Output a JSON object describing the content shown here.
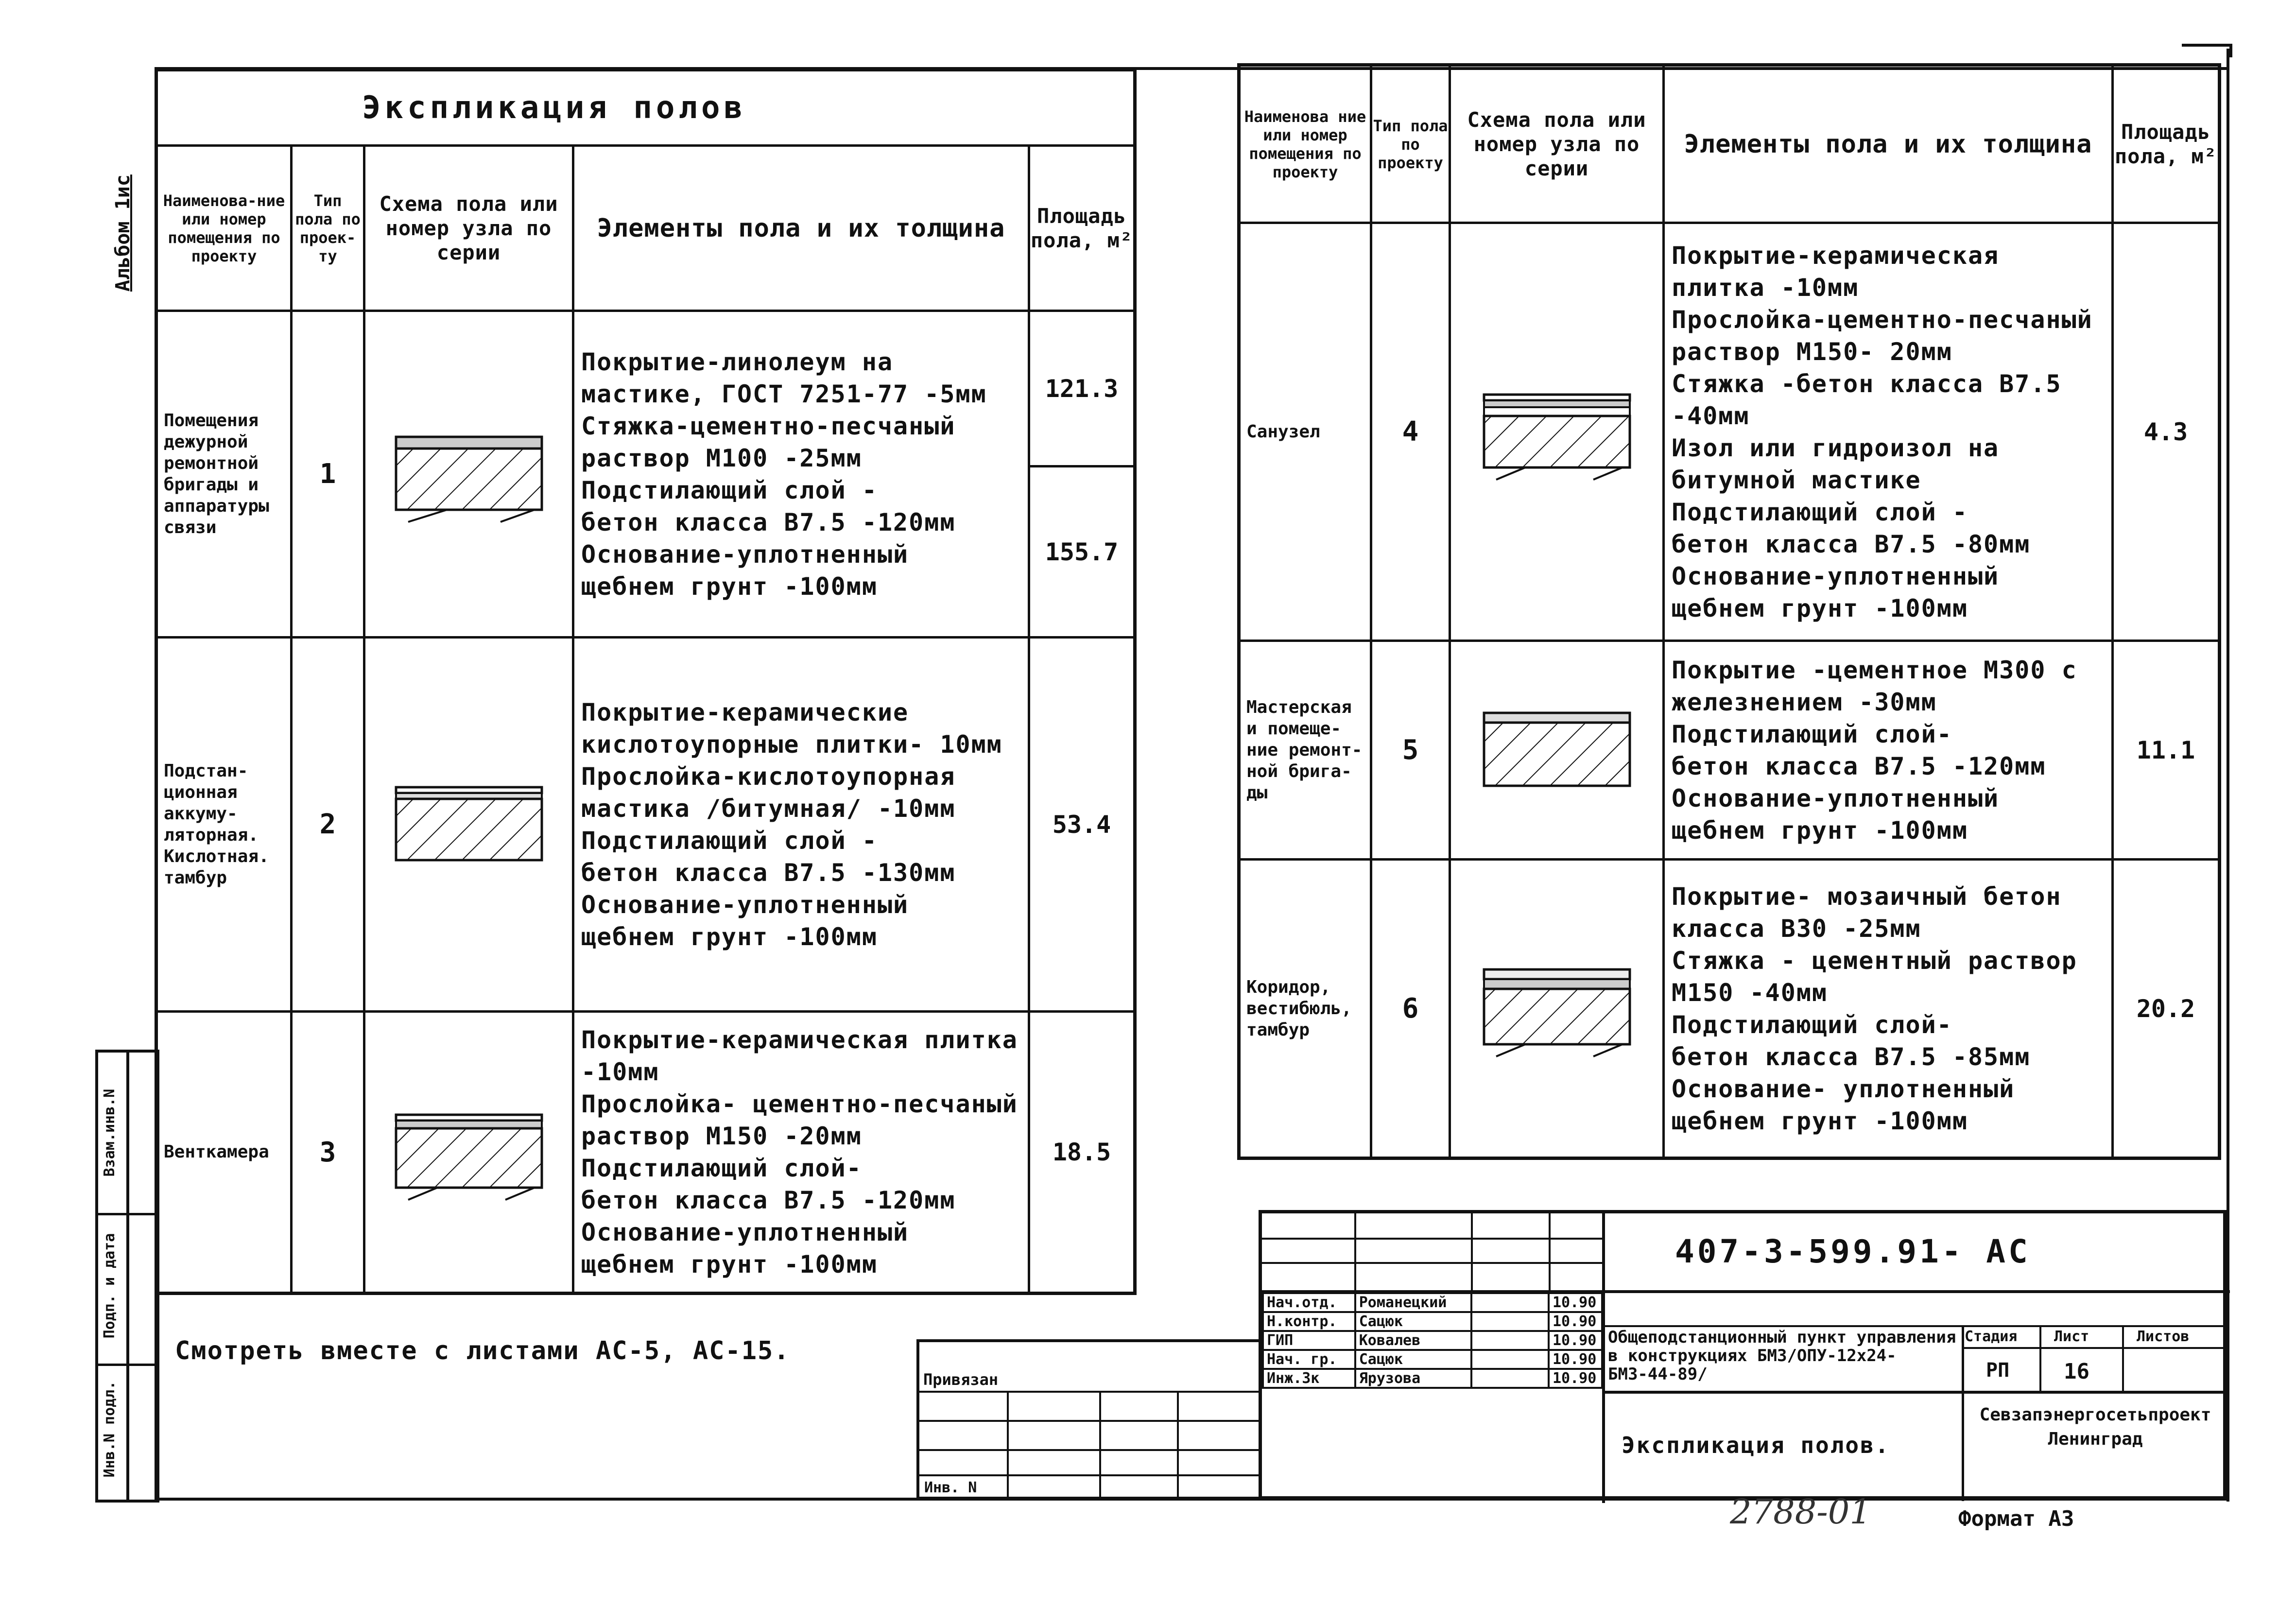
{
  "left_table": {
    "title": "Экспликация полов",
    "headers": {
      "room": "Наименова-ние или номер помещения по проекту",
      "type": "Тип пола по проек-ту",
      "scheme": "Схема пола или номер узла по серии",
      "elements": "Элементы пола и их толщина",
      "area": "Площадь пола, м²"
    },
    "rows": [
      {
        "room": "Помещения дежурной ремонтной бригады и аппаратуры связи",
        "type": "1",
        "elements": "Покрытие-линолеум на мастике, ГОСТ 7251-77 -5мм\nСтяжка-цементно-песчаный раствор М100 -25мм\nПодстилающий слой -\nбетон класса В7.5 -120мм\nОснование-уплотненный\nщебнем грунт -100мм",
        "area_1": "121.3",
        "area_2": "155.7"
      },
      {
        "room": "Подстан-ционная аккуму-ляторная. Кислотная. тамбур",
        "type": "2",
        "elements": "Покрытие-керамические кислотоупорные плитки- 10мм\nПрослойка-кислотоупорная мастика /битумная/ -10мм\nПодстилающий слой -\nбетон класса В7.5 -130мм\nОснование-уплотненный\nщебнем грунт -100мм",
        "area": "53.4"
      },
      {
        "room": "Венткамера",
        "type": "3",
        "elements": "Покрытие-керамическая плитка -10мм\nПрослойка- цементно-песчаный раствор М150 -20мм\nПодстилающий слой-\nбетон класса В7.5 -120мм\nОснование-уплотненный\nщебнем грунт -100мм",
        "area": "18.5"
      }
    ],
    "note": "Смотреть вместе с листами АС-5, АС-15."
  },
  "right_table": {
    "headers": {
      "room": "Наименова ние или номер помещения по проекту",
      "type": "Тип пола по проекту",
      "scheme": "Схема пола или номер узла по серии",
      "elements": "Элементы пола и их толщина",
      "area": "Площадь пола, м²"
    },
    "rows": [
      {
        "room": "Санузел",
        "type": "4",
        "elements": "Покрытие-керамическая плитка -10мм\nПрослойка-цементно-песчаный раствор М150- 20мм\nСтяжка -бетон класса В7.5 -40мм\nИзол или гидроизол на битумной мастике\nПодстилающий слой -\nбетон класса В7.5 -80мм\nОснование-уплотненный\nщебнем грунт -100мм",
        "area": "4.3"
      },
      {
        "room": "Мастерская и помеще-ние ремонт-ной брига-ды",
        "type": "5",
        "elements": "Покрытие -цементное М300 с железнением -30мм\nПодстилающий слой-\nбетон класса В7.5 -120мм\nОснование-уплотненный\nщебнем грунт -100мм",
        "area": "11.1"
      },
      {
        "room": "Коридор, вестибюль, тамбур",
        "type": "6",
        "elements": "Покрытие- мозаичный бетон класса В30 -25мм\nСтяжка - цементный раствор М150 -40мм\nПодстилающий слой-\nбетон класса В7.5 -85мм\nОснование- уплотненный\nщебнем грунт -100мм",
        "area": "20.2"
      }
    ]
  },
  "title_block": {
    "code": "407-3-599.91- АС",
    "roles": [
      {
        "role": "Нач.отд.",
        "name": "Романецкий",
        "date": "10.90"
      },
      {
        "role": "Н.контр.",
        "name": "Сацюк",
        "date": "10.90"
      },
      {
        "role": "ГИП",
        "name": "Ковалев",
        "date": "10.90"
      },
      {
        "role": "Нач. гр.",
        "name": "Сацюк",
        "date": "10.90"
      },
      {
        "role": "Инж.3к",
        "name": "Ярузова",
        "date": "10.90"
      }
    ],
    "project_title": "Общеподстанционный пункт управления в конструкциях БМЗ/ОПУ-12х24-БМЗ-44-89/",
    "stage_label": "Стадия",
    "sheet_label": "Лист",
    "sheets_label": "Листов",
    "stage": "РП",
    "sheet": "16",
    "sheets": "",
    "drawing_title": "Экспликация полов.",
    "organization": "Севзапэнергосетьпроект Ленинград",
    "bound_label": "Привязан",
    "inv_label": "Инв. N"
  },
  "side_stamps": {
    "album": "Альбом 1ис",
    "vzam": "Взам.инв.N",
    "podp": "Подп. и дата",
    "inv_podl": "Инв.N подл."
  },
  "footer": {
    "number": "2788-01",
    "format": "Формат А3"
  }
}
